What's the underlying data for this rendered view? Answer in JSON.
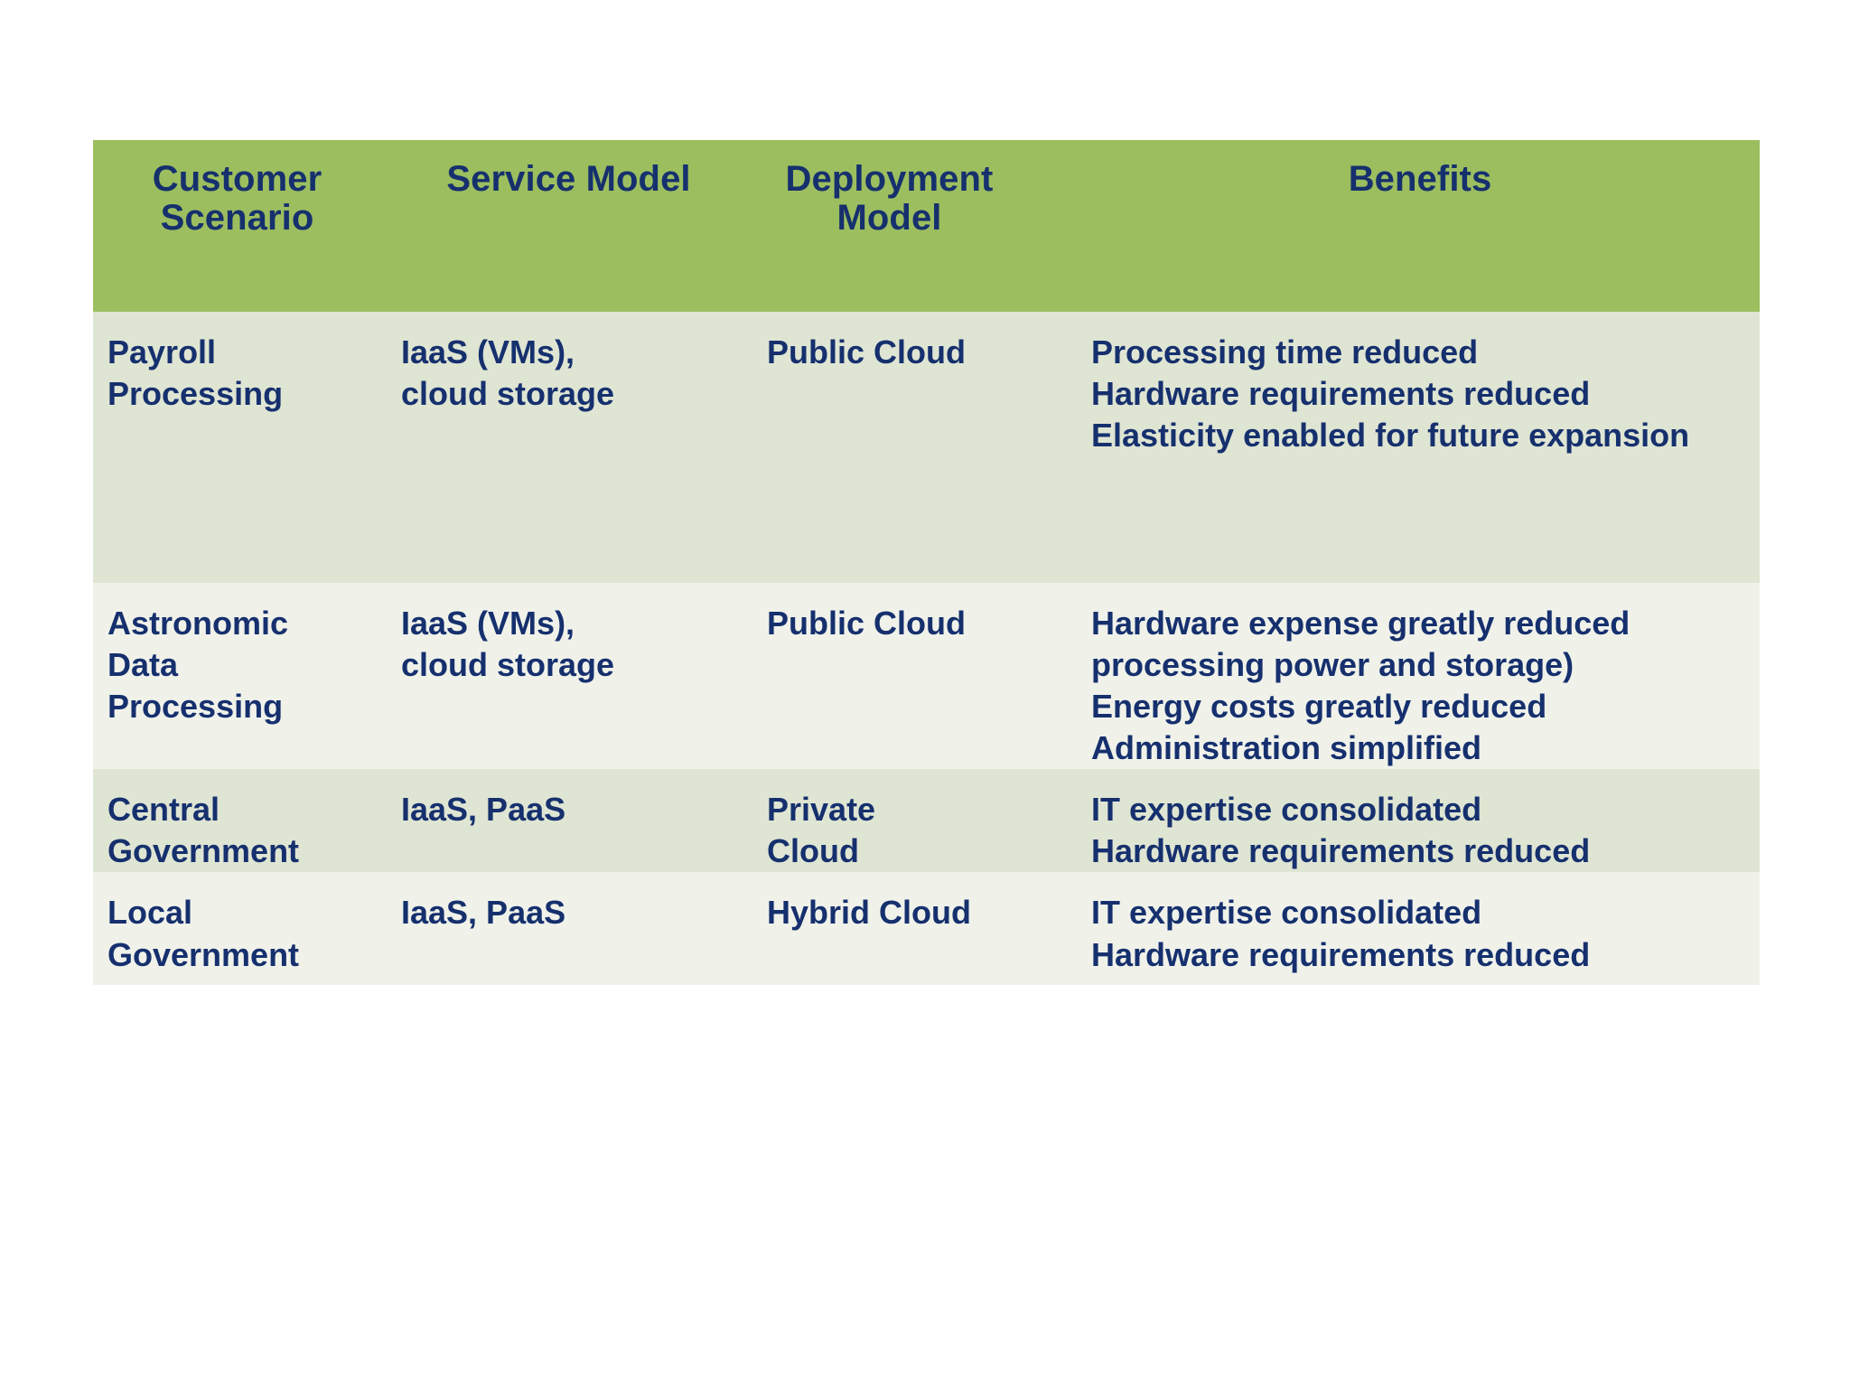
{
  "table": {
    "title_colors": {
      "header_background": "#9CBE5F",
      "row_band_light_green": "#DFE5D3",
      "row_band_off_white": "#F0F2EA",
      "text_navy": "#16306E",
      "page_background": "#FFFFFF"
    },
    "headers": [
      "Customer\nScenario",
      "Service Model",
      "Deployment\nModel",
      "Benefits"
    ],
    "rows": [
      {
        "scenario": "Payroll\nProcessing",
        "service_model": "IaaS (VMs),\ncloud storage",
        "deployment_model": "Public Cloud",
        "benefits": "Processing time reduced\nHardware requirements reduced\nElasticity enabled for future expansion"
      },
      {
        "scenario": "Astronomic\nData\nProcessing",
        "service_model": "IaaS (VMs),\ncloud storage",
        "deployment_model": "Public Cloud",
        "benefits": "Hardware expense greatly reduced\nprocessing power and storage)\nEnergy costs greatly reduced\nAdministration simplified"
      },
      {
        "scenario": "Central\nGovernment",
        "service_model": "IaaS, PaaS",
        "deployment_model": "Private\nCloud",
        "benefits": "IT expertise consolidated\nHardware requirements reduced"
      },
      {
        "scenario": "Local\nGovernment",
        "service_model": "IaaS, PaaS",
        "deployment_model": "Hybrid Cloud",
        "benefits": "IT expertise consolidated\nHardware requirements reduced"
      }
    ]
  }
}
